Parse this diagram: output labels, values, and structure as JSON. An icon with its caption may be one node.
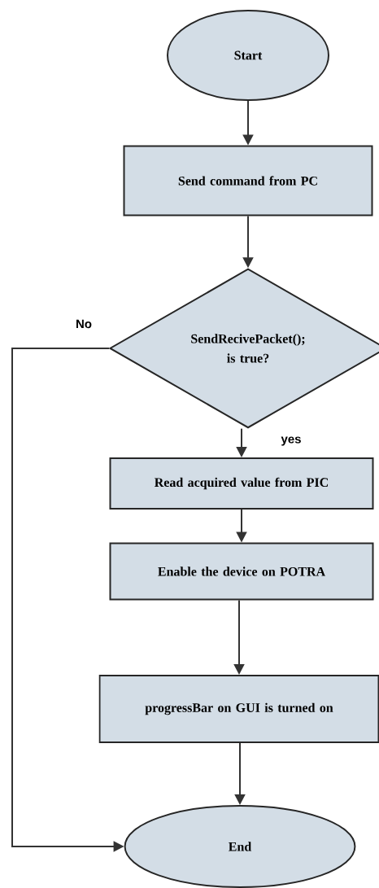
{
  "diagram": {
    "nodes": [
      {
        "text": [
          "Start"
        ]
      },
      {
        "text": [
          "Send command from PC"
        ]
      },
      {
        "text": [
          "SendRecivePacket(); is true?"
        ]
      },
      {
        "text": [
          "Read acquired value from PIC"
        ]
      },
      {
        "text": [
          "Enable the device on POTRA"
        ]
      },
      {
        "text": [
          "progressBar on GUI is turned on"
        ]
      },
      {
        "text": [
          "End"
        ]
      }
    ],
    "edges": [
      {
        "from": 0,
        "to": 1,
        "arrow": "to"
      },
      {
        "from": 1,
        "to": 2,
        "arrow": "to"
      },
      {
        "from": 2,
        "to": 3,
        "arrow": "to",
        "label": "yes"
      },
      {
        "from": 3,
        "to": 4,
        "arrow": "to"
      },
      {
        "from": 4,
        "to": 5,
        "arrow": "to"
      },
      {
        "from": 5,
        "to": 6,
        "arrow": "to"
      },
      {
        "from": 2,
        "to": 6,
        "arrow": "to",
        "label": "No"
      }
    ]
  }
}
